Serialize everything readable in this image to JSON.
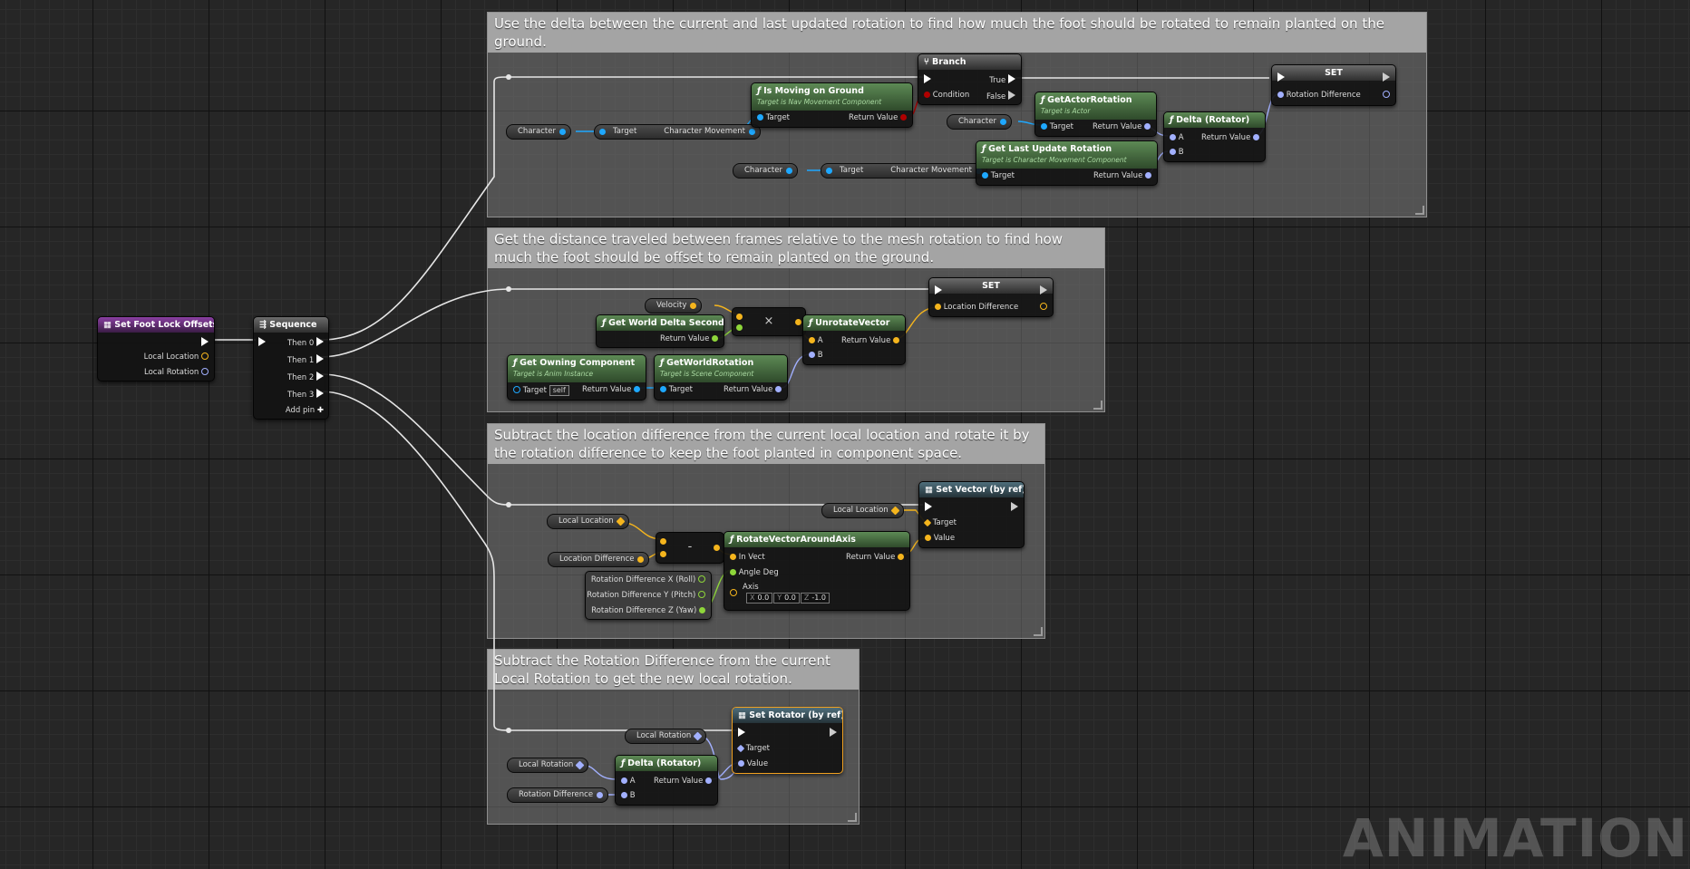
{
  "comments": {
    "c1": "Use the delta between the current and last updated rotation to find how much the foot should be rotated to remain planted on the ground.",
    "c2": "Get the distance traveled between frames relative to the mesh rotation to find how much the foot should be offset to remain planted on the ground.",
    "c3": "Subtract the location difference from the current local location and rotate it by the rotation difference to keep the foot planted in component space.",
    "c4": "Subtract the Rotation Difference from the current Local Rotation to get the new local rotation."
  },
  "event": {
    "title": "Set Foot Lock Offsets",
    "out1": "Local Location",
    "out2": "Local Rotation"
  },
  "sequence": {
    "title": "Sequence",
    "then0": "Then 0",
    "then1": "Then 1",
    "then2": "Then 2",
    "then3": "Then 3",
    "add_pin": "Add pin"
  },
  "g1": {
    "character": "Character",
    "target": "Target",
    "char_movement": "Character Movement",
    "is_moving": {
      "title": "Is Moving on Ground",
      "sub": "Target is Nav Movement Component",
      "target": "Target",
      "ret": "Return Value"
    },
    "branch": {
      "title": "Branch",
      "condition": "Condition",
      "true": "True",
      "false": "False"
    },
    "get_actor_rot": {
      "title": "GetActorRotation",
      "sub": "Target is Actor",
      "target": "Target",
      "ret": "Return Value"
    },
    "get_last": {
      "title": "Get Last Update Rotation",
      "sub": "Target is Character Movement Component",
      "target": "Target",
      "ret": "Return Value"
    },
    "delta": {
      "title": "Delta (Rotator)",
      "a": "A",
      "b": "B",
      "ret": "Return Value"
    },
    "set": {
      "title": "SET",
      "pin": "Rotation Difference"
    }
  },
  "g2": {
    "velocity": "Velocity",
    "world_delta": {
      "title": "Get World Delta Seconds",
      "ret": "Return Value"
    },
    "owning": {
      "title": "Get Owning Component",
      "sub": "Target is Anim Instance",
      "target": "Target",
      "self": "self",
      "ret": "Return Value"
    },
    "world_rot": {
      "title": "GetWorldRotation",
      "sub": "Target is Scene Component",
      "target": "Target",
      "ret": "Return Value"
    },
    "mult_symbol": "×",
    "unrotate": {
      "title": "UnrotateVector",
      "a": "A",
      "b": "B",
      "ret": "Return Value"
    },
    "set": {
      "title": "SET",
      "pin": "Location Difference"
    }
  },
  "g3": {
    "local_location": "Local Location",
    "location_difference": "Location Difference",
    "minus_symbol": "-",
    "rot_x": "Rotation Difference X (Roll)",
    "rot_y": "Rotation Difference Y (Pitch)",
    "rot_z": "Rotation Difference Z (Yaw)",
    "rotate": {
      "title": "RotateVectorAroundAxis",
      "in_vect": "In Vect",
      "angle": "Angle Deg",
      "axis": "Axis",
      "ret": "Return Value",
      "x_lbl": "X",
      "x": "0.0",
      "y_lbl": "Y",
      "y": "0.0",
      "z_lbl": "Z",
      "z": "-1.0"
    },
    "set_vector": {
      "title": "Set Vector (by ref)",
      "target": "Target",
      "value": "Value"
    },
    "local_location_2": "Local Location"
  },
  "g4": {
    "local_rotation": "Local Rotation",
    "rotation_difference": "Rotation Difference",
    "delta": {
      "title": "Delta (Rotator)",
      "a": "A",
      "b": "B",
      "ret": "Return Value"
    },
    "local_rotation_2": "Local Rotation",
    "set_rotator": {
      "title": "Set Rotator (by ref)",
      "target": "Target",
      "value": "Value"
    }
  },
  "watermark": "ANIMATION",
  "colors": {
    "exec": "#ffffff",
    "object": "#1ea8ff",
    "vector": "#f5b51d",
    "rotator": "#a2b0ff",
    "float": "#8ed63a",
    "bool": "#b00000"
  }
}
